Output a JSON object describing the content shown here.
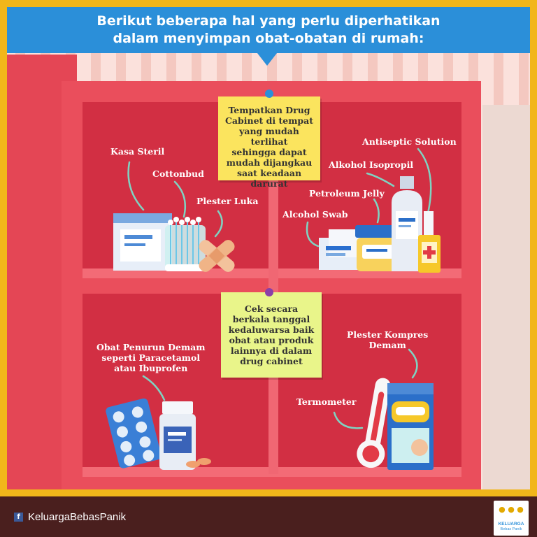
{
  "banner": {
    "line1": "Berikut beberapa hal yang perlu diperhatikan",
    "line2": "dalam menyimpan obat-obatan di rumah:"
  },
  "notes": {
    "top": [
      "Tempatkan Drug",
      "Cabinet di tempat",
      "yang mudah terlihat",
      "sehingga dapat",
      "mudah dijangkau",
      "saat keadaan",
      "darurat"
    ],
    "bottom": [
      "Cek secara",
      "berkala tanggal",
      "kedaluwarsa baik",
      "obat atau produk",
      "lainnya di dalam",
      "drug cabinet"
    ]
  },
  "labels": {
    "kasa_steril": "Kasa Steril",
    "cottonbud": "Cottonbud",
    "plester_luka": "Plester Luka",
    "antiseptic": "Antiseptic Solution",
    "alkohol_isopropil": "Alkohol Isopropil",
    "petroleum_jelly": "Petroleum Jelly",
    "alcohol_swab": "Alcohol Swab",
    "obat_demam": [
      "Obat Penurun Demam",
      "seperti Paracetamol",
      "atau Ibuprofen"
    ],
    "plester_kompres": [
      "Plester Kompres",
      "Demam"
    ],
    "termometer": "Termometer"
  },
  "footer": {
    "fb_icon": "f",
    "handle": "KeluargaBebasPanik",
    "logo_line1": "KELUARGA",
    "logo_line2": "Bebas Panik"
  },
  "colors": {
    "banner": "#2b8fd9",
    "cabinet": "#ea4e5c",
    "cabinet_inner": "#d22f43",
    "note_yellow": "#fbe45e",
    "note_green": "#e9f58a",
    "footer": "#4a1f1e"
  }
}
